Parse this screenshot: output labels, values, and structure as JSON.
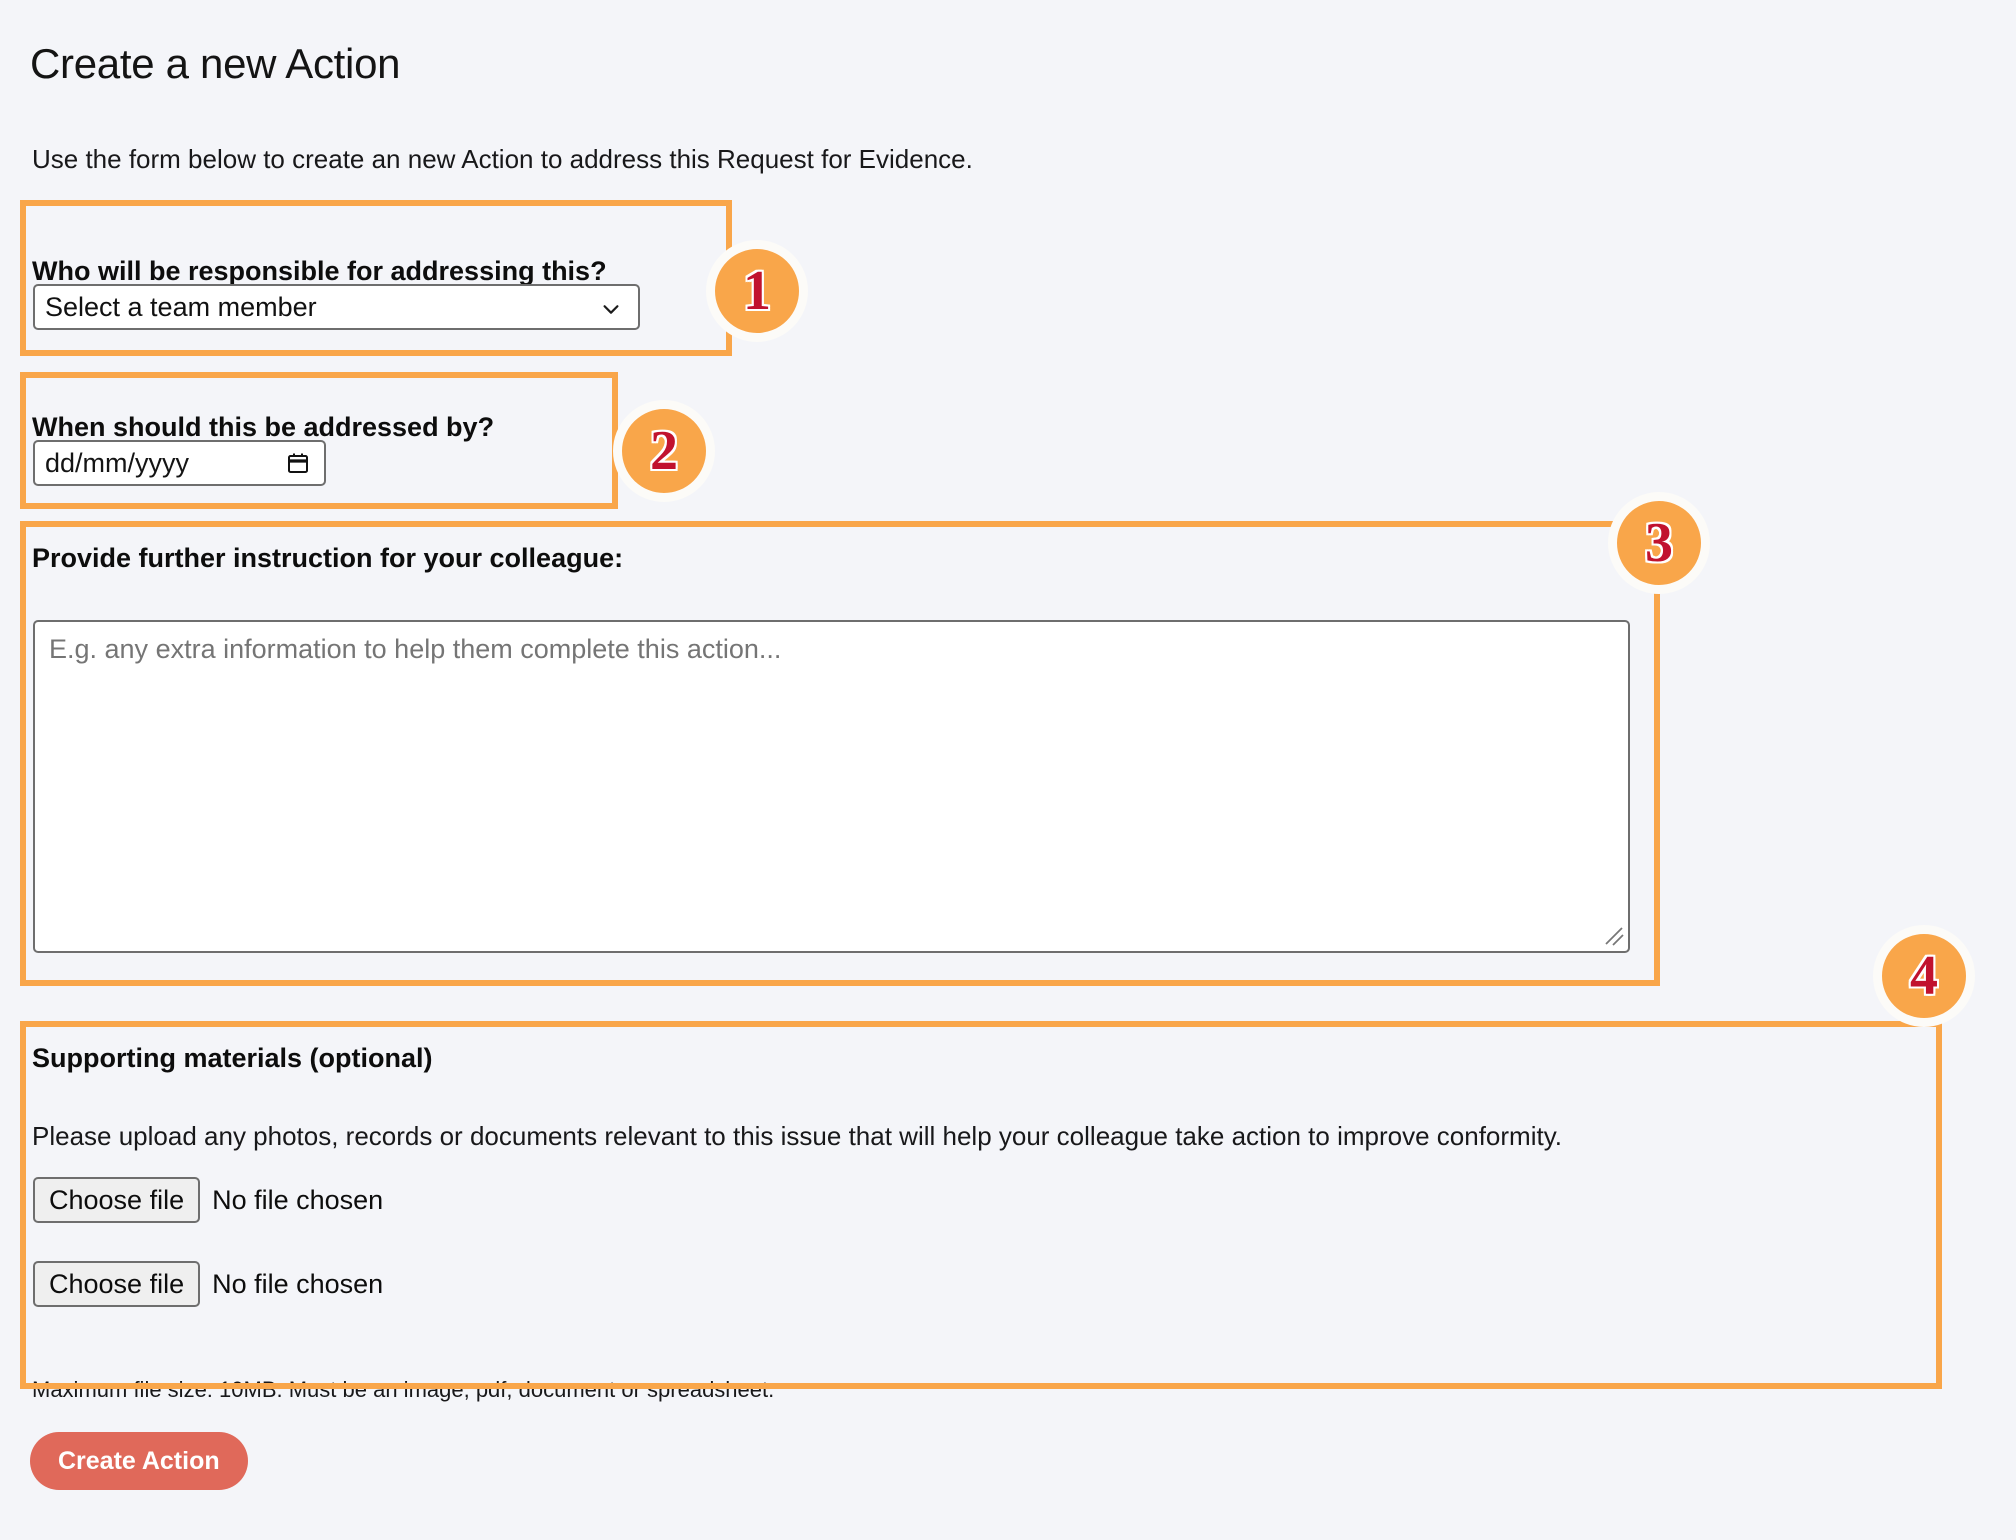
{
  "page": {
    "title": "Create a new Action",
    "subtitle": "Use the form below to create an new Action to address this Request for Evidence."
  },
  "form": {
    "responsible": {
      "label": "Who will be responsible for addressing this?",
      "select_value": "Select a team member",
      "chevron_icon": "chevron-down-icon"
    },
    "due_date": {
      "label": "When should this be addressed by?",
      "placeholder": "dd/mm/yyyy",
      "calendar_icon": "calendar-icon"
    },
    "instruction": {
      "label": "Provide further instruction for your colleague:",
      "placeholder": "E.g. any extra information to help them complete this action...",
      "value": "",
      "resize_handle_icon": "resize-grip-icon"
    },
    "supporting_materials": {
      "label": "Supporting materials (optional)",
      "description": "Please upload any photos, records or documents relevant to this issue that will help your colleague take action to improve conformity.",
      "files": [
        {
          "button_label": "Choose file",
          "status": "No file chosen"
        },
        {
          "button_label": "Choose file",
          "status": "No file chosen"
        }
      ],
      "note": "Maximum file size: 10MB. Must be an image, pdf, document or spreadsheet."
    },
    "submit_label": "Create Action"
  },
  "annotations": {
    "badges": [
      {
        "number": "1"
      },
      {
        "number": "2"
      },
      {
        "number": "3"
      },
      {
        "number": "4"
      }
    ]
  },
  "colors": {
    "page_background": "#f4f5f9",
    "annotation_orange": "#f9a64a",
    "badge_number_red": "#c1122e",
    "primary_button": "#e0695a",
    "input_border": "#6e6e6e",
    "placeholder_text": "#8a8a8a"
  }
}
